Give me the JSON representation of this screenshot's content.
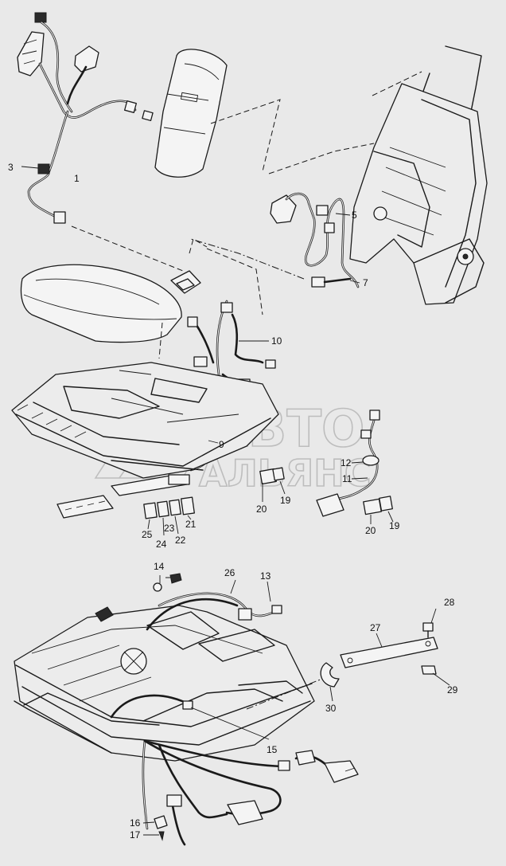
{
  "callouts": [
    {
      "id": "c1",
      "text": "1"
    },
    {
      "id": "c3",
      "text": "3"
    },
    {
      "id": "c5",
      "text": "5"
    },
    {
      "id": "c7",
      "text": "7"
    },
    {
      "id": "c9",
      "text": "9"
    },
    {
      "id": "c10",
      "text": "10"
    },
    {
      "id": "c11",
      "text": "11"
    },
    {
      "id": "c12",
      "text": "12"
    },
    {
      "id": "c13",
      "text": "13"
    },
    {
      "id": "c14",
      "text": "14"
    },
    {
      "id": "c15",
      "text": "15"
    },
    {
      "id": "c16",
      "text": "16"
    },
    {
      "id": "c17",
      "text": "17"
    },
    {
      "id": "c19a",
      "text": "19"
    },
    {
      "id": "c19b",
      "text": "19"
    },
    {
      "id": "c20a",
      "text": "20"
    },
    {
      "id": "c20b",
      "text": "20"
    },
    {
      "id": "c21",
      "text": "21"
    },
    {
      "id": "c22",
      "text": "22"
    },
    {
      "id": "c23",
      "text": "23"
    },
    {
      "id": "c24",
      "text": "24"
    },
    {
      "id": "c25",
      "text": "25"
    },
    {
      "id": "c26",
      "text": "26"
    },
    {
      "id": "c27",
      "text": "27"
    },
    {
      "id": "c28",
      "text": "28"
    },
    {
      "id": "c29",
      "text": "29"
    },
    {
      "id": "c30",
      "text": "30"
    }
  ],
  "watermark": {
    "line1": "АВТО",
    "line2": "АЛЬЯНС"
  }
}
